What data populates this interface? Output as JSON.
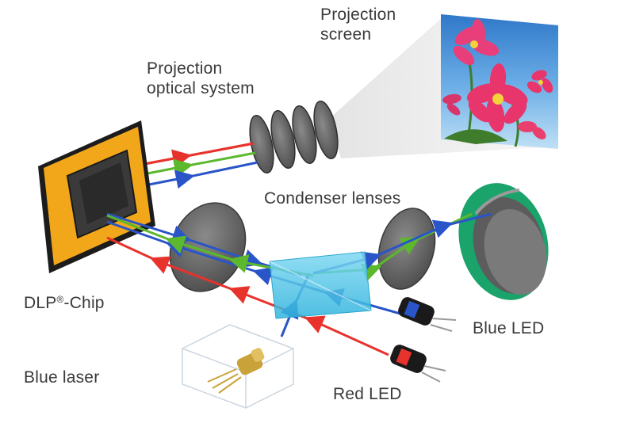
{
  "labels": {
    "projection_screen_line1": "Projection",
    "projection_screen_line2": "screen",
    "projection_optical_line1": "Projection",
    "projection_optical_line2": "optical system",
    "condenser_lenses": "Condenser lenses",
    "dlp_chip_prefix": "DLP",
    "dlp_chip_sup": "®",
    "dlp_chip_suffix": "-Chip",
    "blue_led": "Blue LED",
    "blue_laser": "Blue laser",
    "red_led": "Red LED"
  },
  "colors": {
    "red_beam": "#e8322c",
    "green_beam": "#5cb82c",
    "blue_beam": "#2a55c8",
    "chip_frame": "#f2a71b",
    "prism": "#4cc3e6",
    "phosphor_ring": "#1aa36a",
    "lens": "#5e5e5e"
  }
}
